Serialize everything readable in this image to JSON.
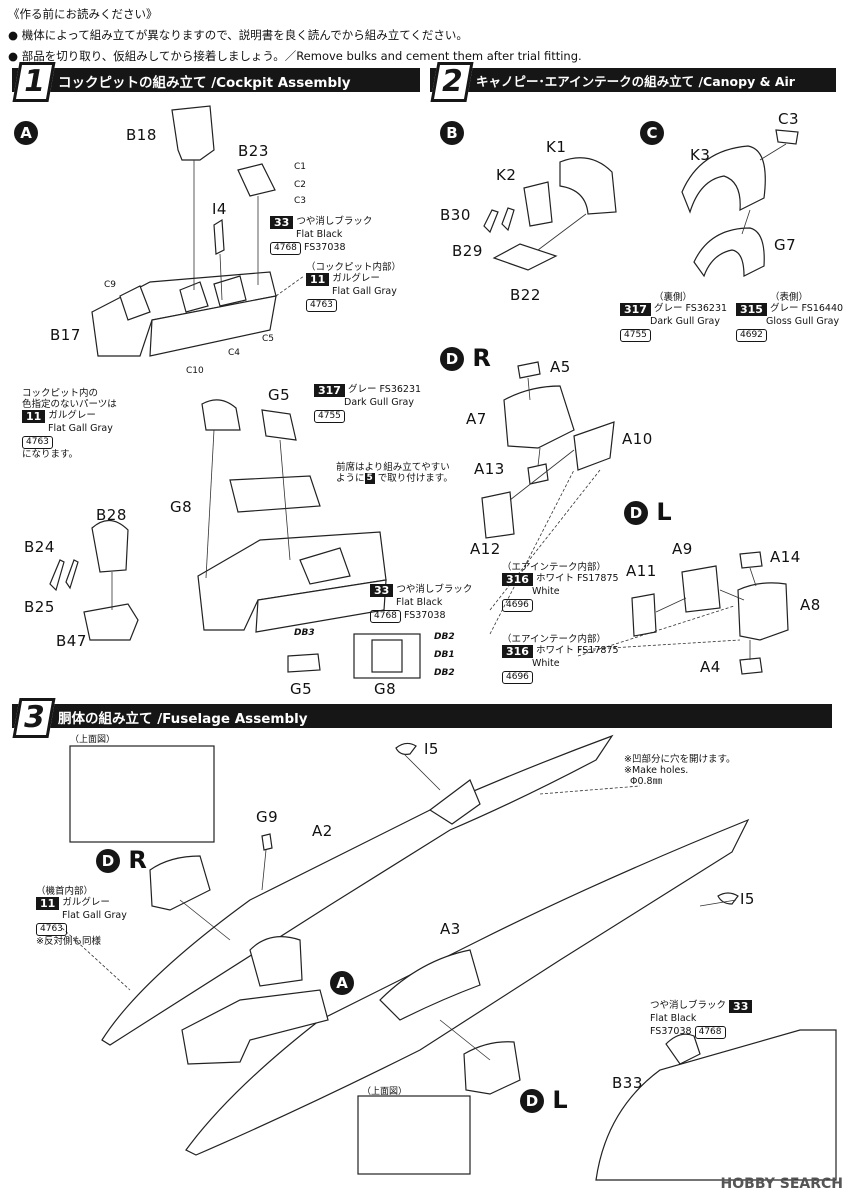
{
  "notes": {
    "heading": "《作る前にお読みください》",
    "line1": "● 機体によって組み立てが異なりますので、説明書を良く読んでから組み立てください。",
    "line2": "● 部品を切り取り、仮組みしてから接着しましょう。／Remove bulks and cement them after trial fitting."
  },
  "step1": {
    "number": "1",
    "title": "コックピットの組み立て /Cockpit Assembly",
    "sub_a": "A",
    "labels": {
      "b18": "B18",
      "b23": "B23",
      "c1": "C1",
      "c2": "C2",
      "c3": "C3",
      "i4": "I4",
      "b17": "B17",
      "c9": "C9",
      "c10": "C10",
      "c4": "C4",
      "c5": "C5",
      "g5": "G5",
      "g8": "G8",
      "b28": "B28",
      "b24": "B24",
      "b25": "B25",
      "b47": "B47",
      "g5b": "G5",
      "g8b": "G8",
      "db3": "DB3",
      "db2a": "DB2",
      "db1": "DB1",
      "db2b": "DB2"
    },
    "paint_33a": {
      "num": "33",
      "ja": "つや消しブラック",
      "en": "Flat Black",
      "fs": "FS37038",
      "code": "4768"
    },
    "paint_11a": {
      "head": "（コックピット内部）",
      "num": "11",
      "ja": "ガルグレー",
      "en": "Flat Gall Gray",
      "code": "4763"
    },
    "paint_317a": {
      "num": "317",
      "ja": "グレー FS36231",
      "en": "Dark Gull Gray",
      "code": "4755"
    },
    "note_left": {
      "line1": "コックピット内の",
      "line2": "色指定のないパーツは",
      "num": "11",
      "ja": "ガルグレー",
      "en": "Flat Gall Gray",
      "code": "4763",
      "end": "になります。"
    },
    "note_front": {
      "line1": "前席はより組み立てやすい",
      "line2": "ように",
      "step": "5",
      "line2b": "で取り付けます。"
    },
    "paint_33b": {
      "num": "33",
      "ja": "つや消しブラック",
      "en": "Flat Black",
      "fs": "FS37038",
      "code": "4768"
    }
  },
  "step2": {
    "number": "2",
    "title": "キャノピー･エアインテークの組み立て /Canopy & Air Intake Assembly",
    "sub_b": "B",
    "sub_c": "C",
    "sub_dr": "D",
    "sub_dr_side": "R",
    "sub_dl": "D",
    "sub_dl_side": "L",
    "labels": {
      "k1": "K1",
      "k2": "K2",
      "b30": "B30",
      "b29": "B29",
      "b22": "B22",
      "c3": "C3",
      "k3": "K3",
      "g7": "G7",
      "a5": "A5",
      "a7": "A7",
      "a10": "A10",
      "a13": "A13",
      "a12": "A12",
      "a9": "A9",
      "a11": "A11",
      "a14": "A14",
      "a8": "A8",
      "a4": "A4"
    },
    "paint_317": {
      "head": "（裏側）",
      "num": "317",
      "ja": "グレー FS36231",
      "en": "Dark Gull Gray",
      "code": "4755"
    },
    "paint_315": {
      "head": "（表側）",
      "num": "315",
      "ja": "グレー FS16440",
      "en": "Gloss Gull Gray",
      "code": "4692"
    },
    "paint_316a": {
      "head": "（エアインテーク内部）",
      "num": "316",
      "ja": "ホワイト FS17875",
      "en": "White",
      "code": "4696"
    },
    "paint_316b": {
      "head": "（エアインテーク内部）",
      "num": "316",
      "ja": "ホワイト FS17875",
      "en": "White",
      "code": "4696"
    }
  },
  "step3": {
    "number": "3",
    "title": "胴体の組み立て /Fuselage Assembly",
    "top_view": "（上面図）",
    "top_view2": "（上面図）",
    "labels": {
      "i5a": "I5",
      "i5b": "I5",
      "g9": "G9",
      "a2": "A2",
      "a3": "A3",
      "b33": "B33",
      "sub_a": "A"
    },
    "sub_dr": "D",
    "sub_dr_side": "R",
    "sub_dl": "D",
    "sub_dl_side": "L",
    "holes_ja": "※凹部分に穴を開けます。",
    "holes_en": "※Make holes.",
    "hole_size": "Φ0.8㎜",
    "paint_11": {
      "head": "（機首内部）",
      "num": "11",
      "ja": "ガルグレー",
      "en": "Flat Gall Gray",
      "code": "4763",
      "note": "※反対側も同様"
    },
    "paint_33": {
      "ja": "つや消しブラック",
      "en": "Flat Black",
      "fs": "FS37038",
      "num": "33",
      "code": "4768"
    }
  },
  "watermark": "HOBBY SEARCH"
}
